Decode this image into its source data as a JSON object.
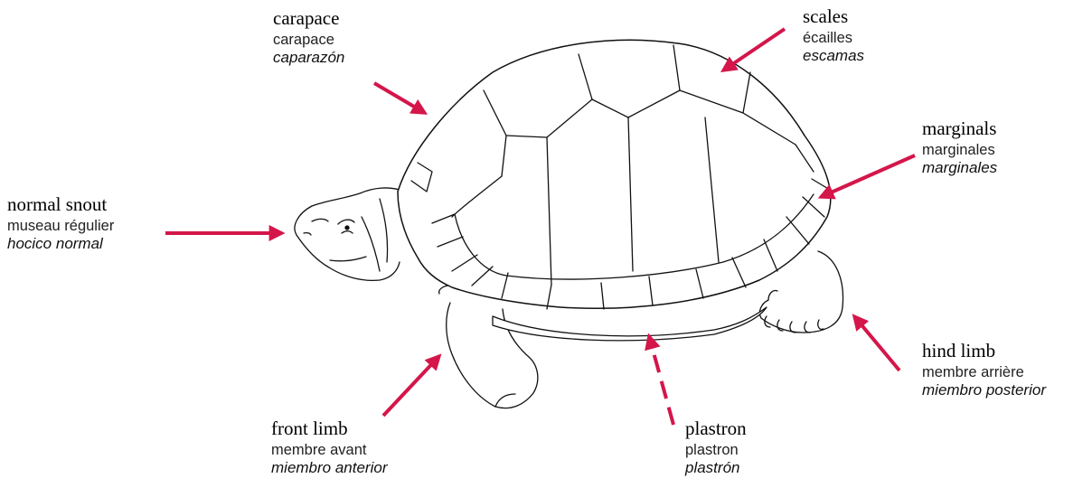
{
  "colors": {
    "arrow": "#d4164a",
    "outline": "#111111"
  },
  "labels": [
    {
      "id": "carapace",
      "en": "carapace",
      "fr": "carapace",
      "es": "caparazón"
    },
    {
      "id": "scales",
      "en": "scales",
      "fr": "écailles",
      "es": "escamas"
    },
    {
      "id": "marginals",
      "en": "marginals",
      "fr": "marginales",
      "es": "marginales"
    },
    {
      "id": "snout",
      "en": "normal snout",
      "fr": "museau régulier",
      "es": "hocico normal"
    },
    {
      "id": "front_limb",
      "en": "front limb",
      "fr": "membre avant",
      "es": "miembro anterior"
    },
    {
      "id": "plastron",
      "en": "plastron",
      "fr": "plastron",
      "es": "plastrón"
    },
    {
      "id": "hind_limb",
      "en": "hind limb",
      "fr": "membre arrière",
      "es": "miembro posterior"
    }
  ]
}
